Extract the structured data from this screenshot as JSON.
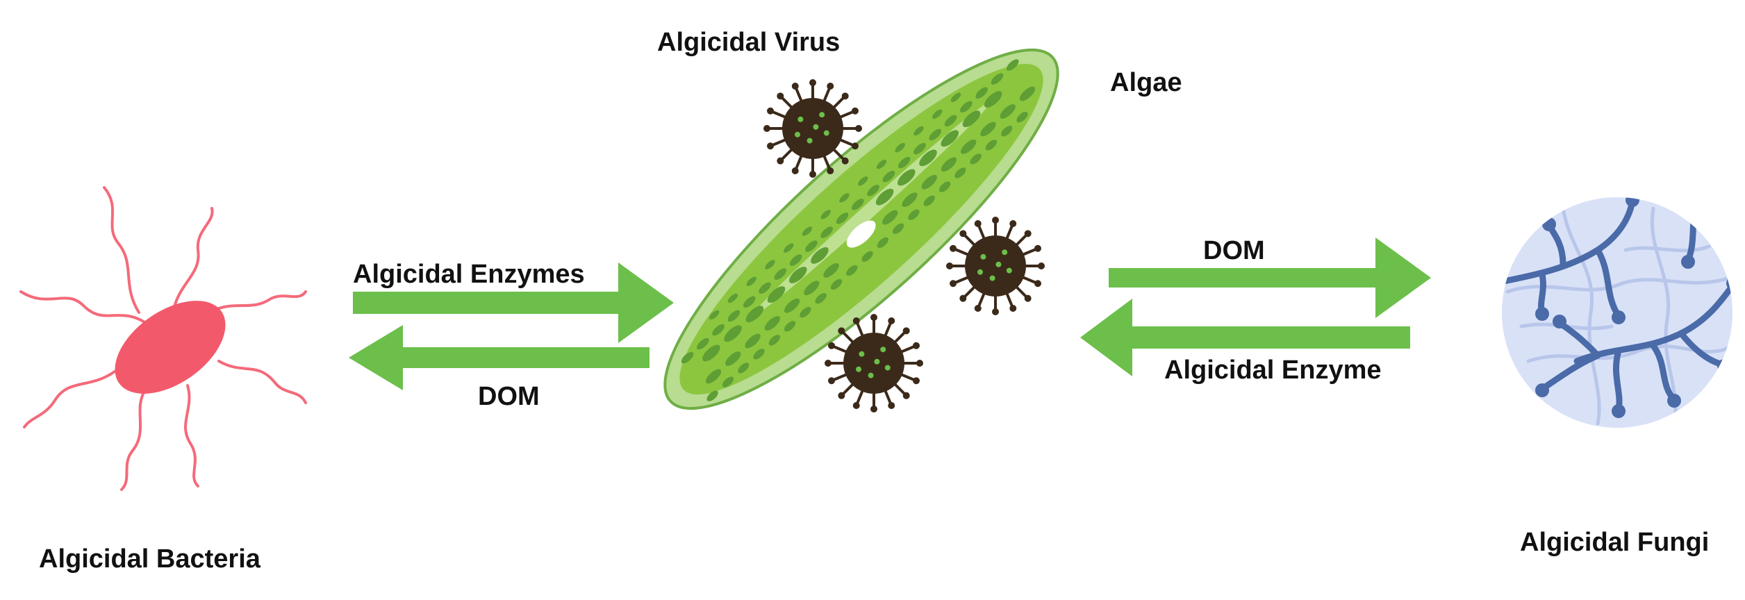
{
  "labels": {
    "algicidal_virus": "Algicidal Virus",
    "algae": "Algae",
    "algicidal_bacteria": "Algicidal Bacteria",
    "algicidal_fungi": "Algicidal Fungi",
    "left_top_arrow": "Algicidal Enzymes",
    "left_bottom_arrow": "DOM",
    "right_top_arrow": "DOM",
    "right_bottom_arrow": "Algicidal Enzyme"
  },
  "colors": {
    "arrow": "#6cbf4a",
    "bacteria_body": "#f25a6b",
    "bacteria_flagella": "#f46a7a",
    "algae_outer": "#b8dc90",
    "algae_inner": "#8cc63e",
    "algae_organelle": "#5e9e35",
    "virus_body": "#3b2a1a",
    "virus_spot": "#6cbf4a",
    "fungi_bg": "#d9e1f7",
    "fungi_hyphae": "#4a6aa8",
    "fungi_hyphae_faint": "#b8c6ea"
  },
  "icons": {
    "bacteria": "bacteria-icon",
    "algae": "algae-cell-icon",
    "virus": "virus-icon",
    "fungi": "fungi-icon"
  }
}
